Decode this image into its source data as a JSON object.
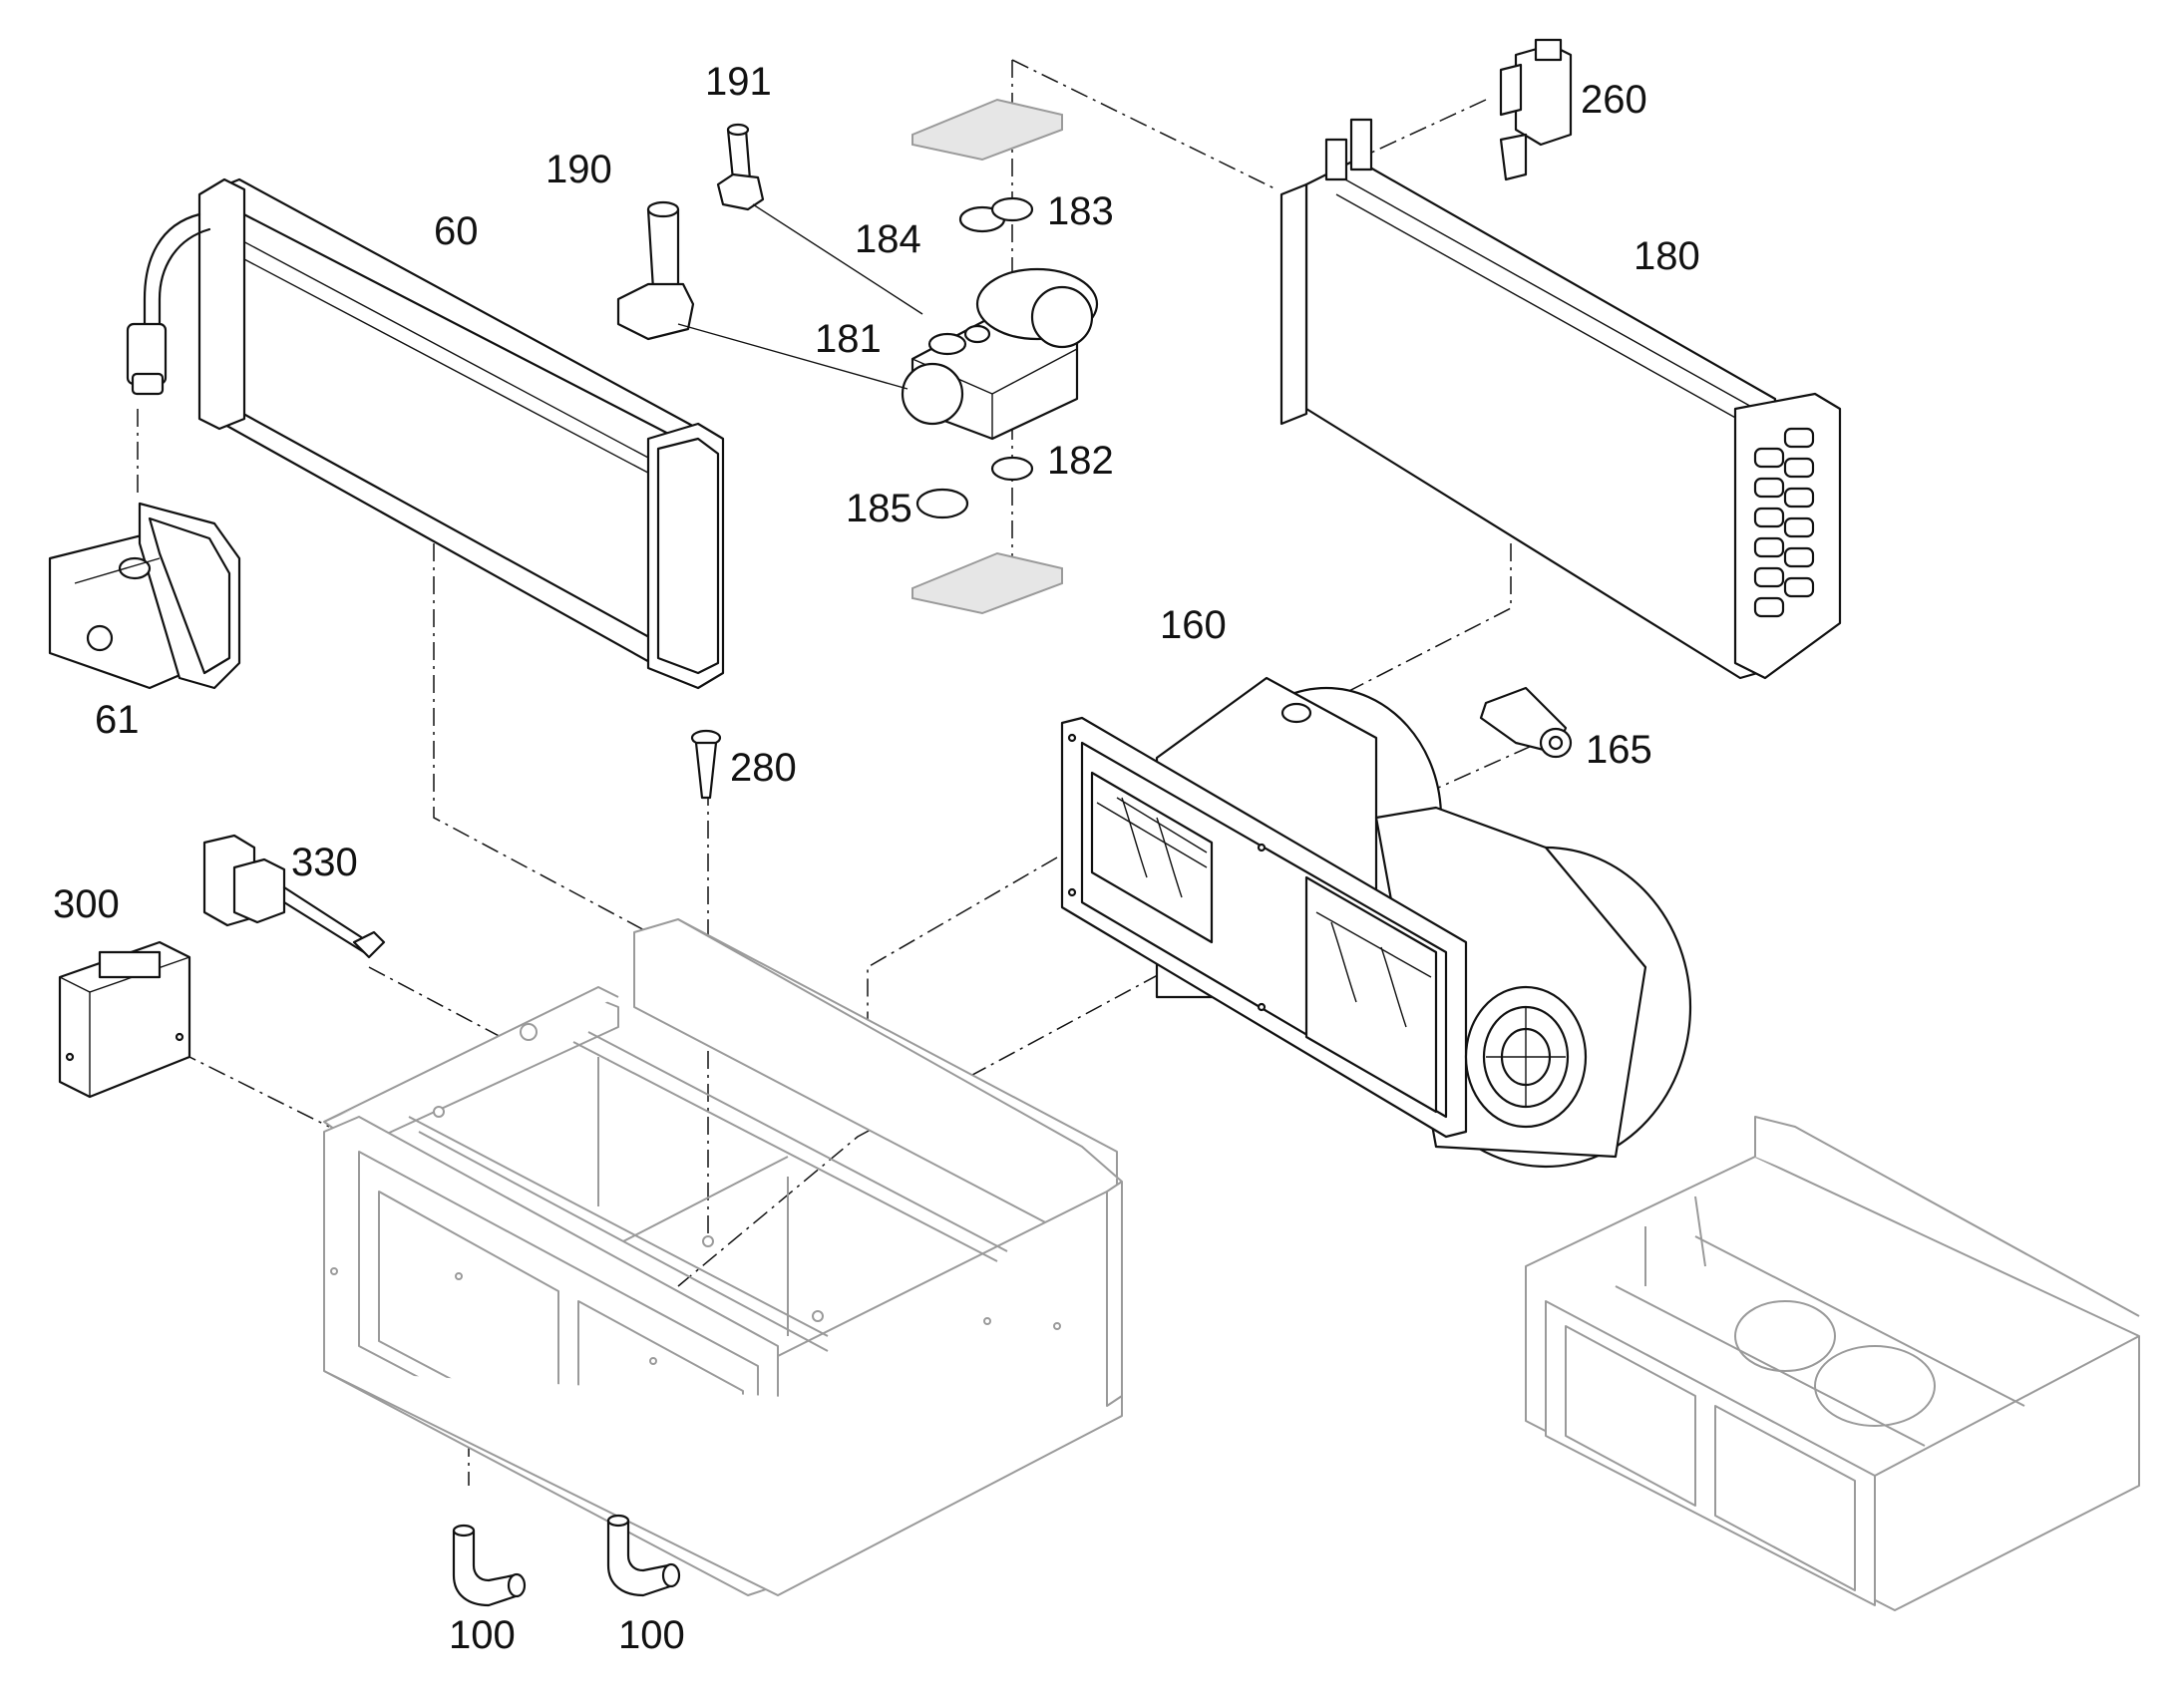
{
  "labels": {
    "l60": "60",
    "l61": "61",
    "l100a": "100",
    "l100b": "100",
    "l160": "160",
    "l165": "165",
    "l180": "180",
    "l181": "181",
    "l182": "182",
    "l183": "183",
    "l184": "184",
    "l185": "185",
    "l190": "190",
    "l191": "191",
    "l260": "260",
    "l280": "280",
    "l300": "300",
    "l330": "330"
  },
  "icons": {
    "heater-core": "heater-core-icon",
    "water-valve": "water-valve-icon",
    "expansion-valve": "expansion-valve-icon",
    "evaporator": "evaporator-icon",
    "blower": "blower-icon",
    "housing": "housing-icon"
  }
}
